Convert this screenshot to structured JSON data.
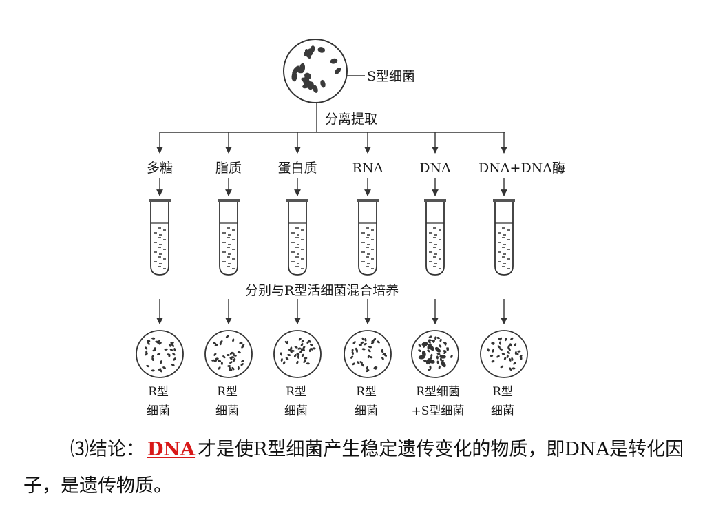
{
  "source": {
    "label": "S型细菌"
  },
  "process": {
    "separate_label": "分离提取",
    "mix_label": "分别与R型活细菌混合培养"
  },
  "components": [
    {
      "label": "多糖",
      "result": [
        "R型",
        "细菌"
      ],
      "transformed": false
    },
    {
      "label": "脂质",
      "result": [
        "R型",
        "细菌"
      ],
      "transformed": false
    },
    {
      "label": "蛋白质",
      "result": [
        "R型",
        "细菌"
      ],
      "transformed": false
    },
    {
      "label": "RNA",
      "result": [
        "R型",
        "细菌"
      ],
      "transformed": false
    },
    {
      "label": "DNA",
      "result": [
        "R型细菌",
        "+S型细菌"
      ],
      "transformed": true
    },
    {
      "label": "DNA+DNA酶",
      "result": [
        "R型",
        "细菌"
      ],
      "transformed": false
    }
  ],
  "conclusion": {
    "prefix": "⑶结论：",
    "answer": "DNA",
    "text": "才是使R型细菌产生稳定遗传变化的物质，即DNA是转化因子，是遗传物质。"
  },
  "colors": {
    "ink": "#333333",
    "answer": "#d81818"
  }
}
